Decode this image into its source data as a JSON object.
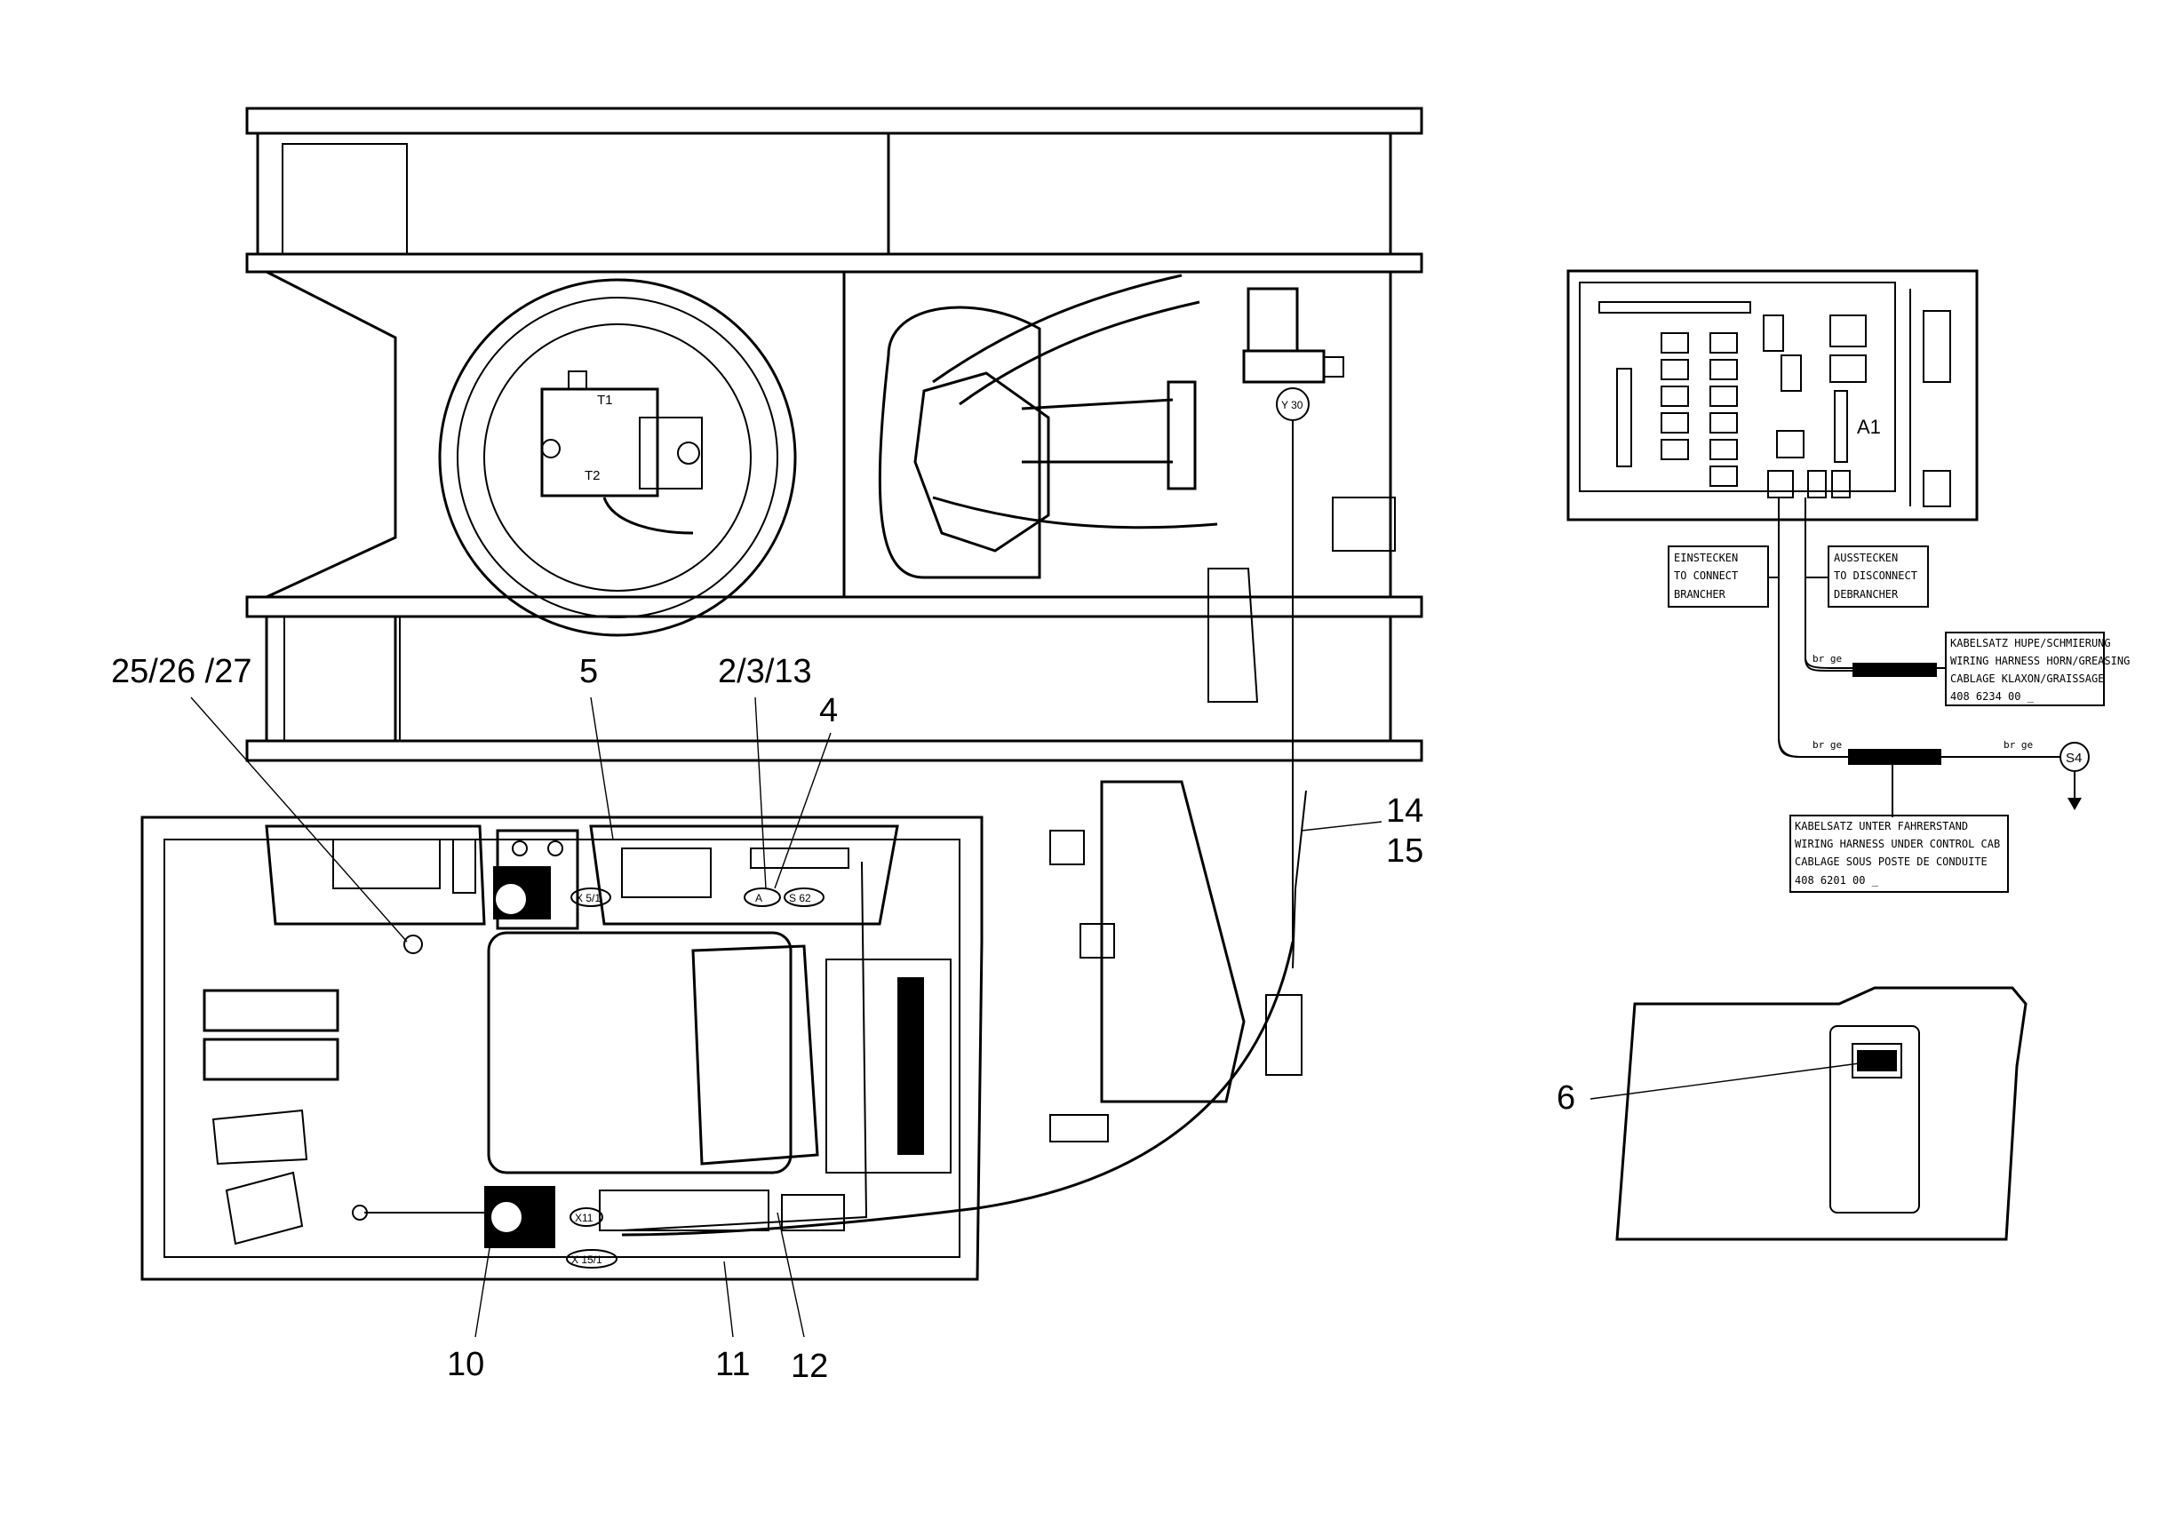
{
  "callouts": {
    "c25": "25/26 /27",
    "c5": "5",
    "c2": "2/3/13",
    "c4": "4",
    "c14": "14",
    "c15": "15",
    "c10": "10",
    "c11": "11",
    "c12": "12",
    "c6": "6"
  },
  "component_labels": {
    "t1": "T1",
    "t2": "T2",
    "y30": "Y 30",
    "a1": "A1",
    "s4": "S4",
    "x151": "X 15/1",
    "s62": "S 62",
    "x5": "X 5/1",
    "x11": "X11",
    "a": "A"
  },
  "wire_codes": {
    "w1": "br ge",
    "w2": "br ge",
    "w3": "br ge"
  },
  "boxes": {
    "connect": [
      "EINSTECKEN",
      "TO CONNECT",
      "BRANCHER"
    ],
    "disconnect": [
      "AUSSTECKEN",
      "TO DISCONNECT",
      "DEBRANCHER"
    ],
    "harness_horn": [
      "KABELSATZ HUPE/SCHMIERUNG",
      "WIRING HARNESS HORN/GREASING",
      "CABLAGE KLAXON/GRAISSAGE",
      "408 6234 00 _"
    ],
    "harness_cab": [
      "KABELSATZ UNTER FAHRERSTAND",
      "WIRING HARNESS UNDER CONTROL CAB",
      "CABLAGE SOUS POSTE DE CONDUITE",
      "408 6201 00 _"
    ]
  }
}
